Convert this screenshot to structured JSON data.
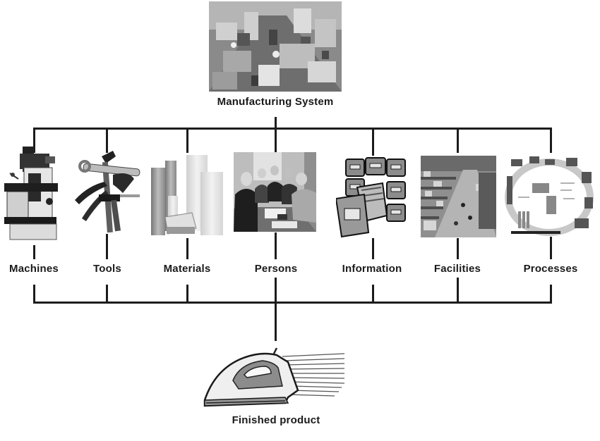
{
  "diagram": {
    "root": {
      "label": "Manufacturing System",
      "image": "factory-floor-photo"
    },
    "components": [
      {
        "label": "Machines",
        "image": "milling-machine-photo"
      },
      {
        "label": "Tools",
        "image": "hand-tools-photo"
      },
      {
        "label": "Materials",
        "image": "material-rolls-photo"
      },
      {
        "label": "Persons",
        "image": "team-meeting-photo"
      },
      {
        "label": "Information",
        "image": "card-catalog-icon"
      },
      {
        "label": "Facilities",
        "image": "warehouse-photo"
      },
      {
        "label": "Processes",
        "image": "process-cycle-diagram"
      }
    ],
    "output": {
      "label": "Finished product",
      "image": "clothes-iron-illustration"
    }
  },
  "colors": {
    "line": "#1c1c1c",
    "text": "#1a1a1a",
    "background": "#ffffff"
  }
}
